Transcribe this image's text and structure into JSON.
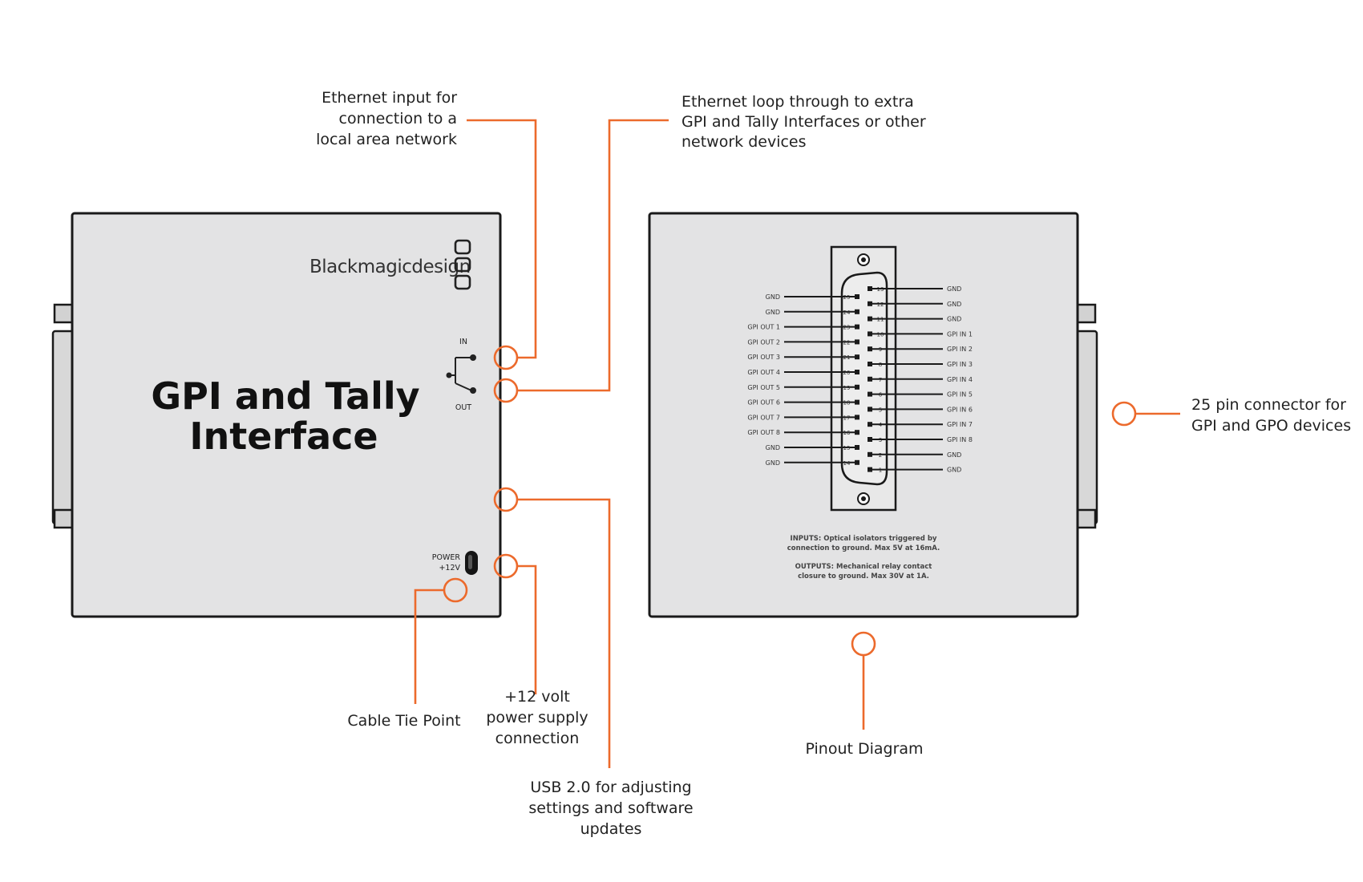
{
  "colors": {
    "accent": "#ec6a2c",
    "panel": "#e3e3e4",
    "outline": "#1a1a1a"
  },
  "front_panel": {
    "title_line1": "GPI and Tally",
    "title_line2": "Interface",
    "brand": "Blackmagicdesign",
    "ethernet_in_label": "IN",
    "ethernet_out_label": "OUT",
    "power_label_line1": "POWER",
    "power_label_line2": "+12V"
  },
  "callouts": {
    "ethernet_input": [
      "Ethernet input for",
      "connection to a",
      "local area network"
    ],
    "ethernet_loop": [
      "Ethernet loop through to extra",
      "GPI and Tally Interfaces or other",
      "network devices"
    ],
    "cable_tie": [
      "Cable Tie Point"
    ],
    "power_supply": [
      "+12 volt",
      "power supply",
      "connection"
    ],
    "usb": [
      "USB 2.0 for adjusting",
      "settings and software",
      "updates"
    ],
    "connector_25pin": [
      "25 pin connector for",
      "GPI and GPO devices"
    ],
    "pinout": [
      "Pinout Diagram"
    ]
  },
  "pinout": {
    "left_labels": [
      "GND",
      "GND",
      "GPI OUT 1",
      "GPI OUT 2",
      "GPI OUT 3",
      "GPI OUT 4",
      "GPI OUT 5",
      "GPI OUT 6",
      "GPI OUT 7",
      "GPI OUT 8",
      "GND",
      "GND"
    ],
    "left_pins": [
      "25",
      "24",
      "23",
      "22",
      "21",
      "20",
      "19",
      "18",
      "17",
      "16",
      "15",
      "14"
    ],
    "right_labels": [
      "GND",
      "GND",
      "GND",
      "GPI IN 1",
      "GPI IN 2",
      "GPI IN 3",
      "GPI IN 4",
      "GPI IN 5",
      "GPI IN 6",
      "GPI IN 7",
      "GPI IN 8",
      "GND",
      "GND"
    ],
    "right_pins": [
      "13",
      "12",
      "11",
      "10",
      "9",
      "8",
      "7",
      "6",
      "5",
      "4",
      "3",
      "2",
      "1"
    ],
    "note_inputs_line1": "INPUTS: Optical isolators triggered by",
    "note_inputs_line2": "connection to ground. Max 5V at 16mA.",
    "note_outputs_line1": "OUTPUTS: Mechanical relay contact",
    "note_outputs_line2": "closure to ground. Max 30V at 1A."
  }
}
